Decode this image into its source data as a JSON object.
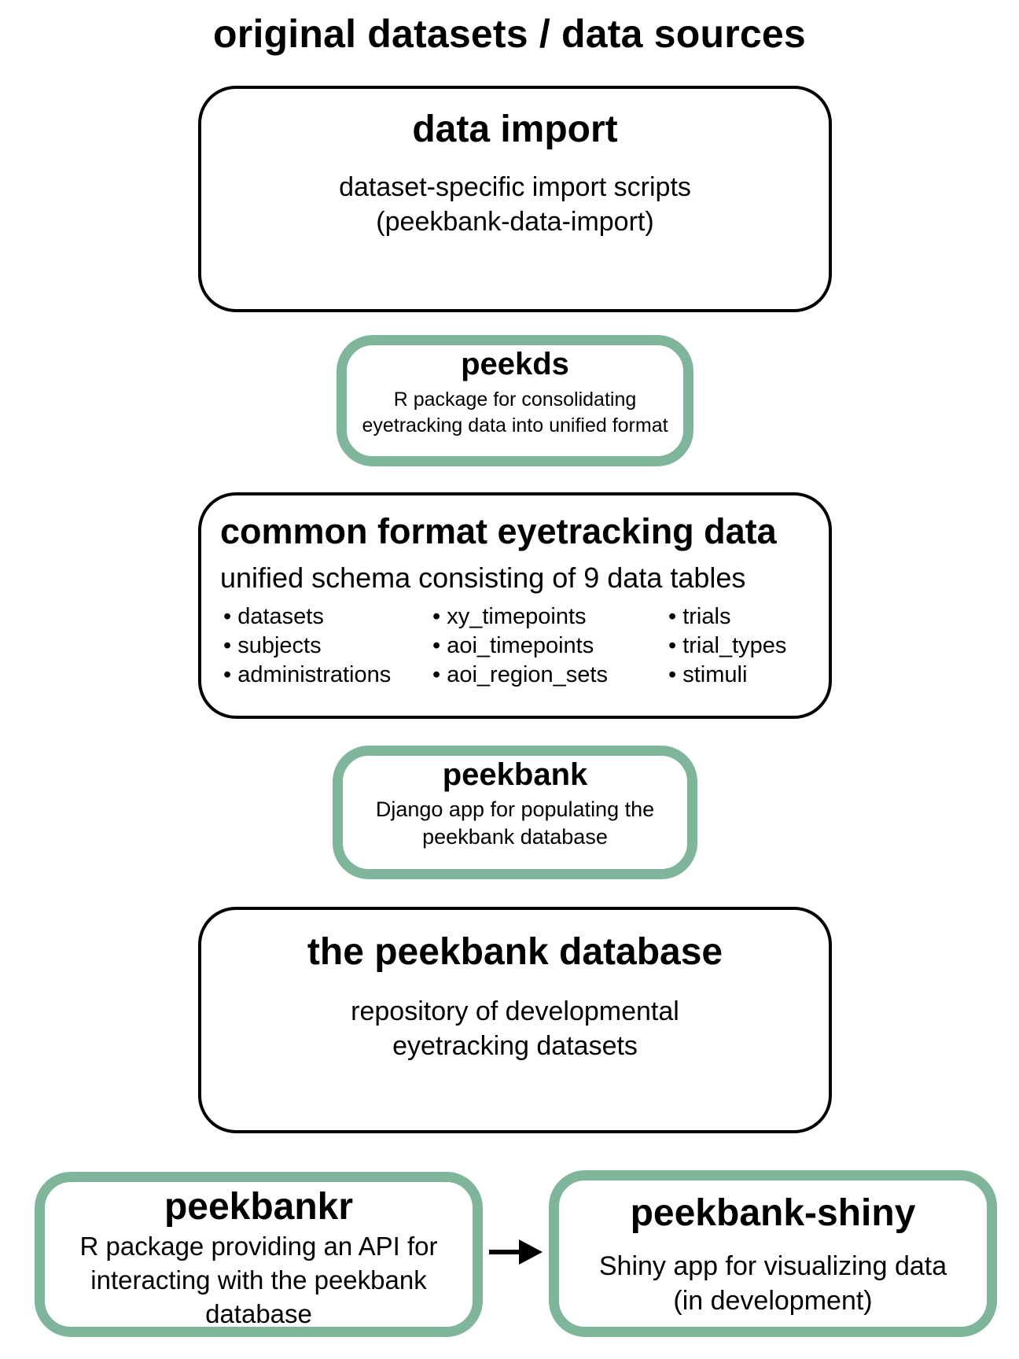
{
  "title": "original datasets / data sources",
  "data_import": {
    "heading": "data import",
    "line1": "dataset-specific import scripts",
    "line2": "(peekbank-data-import)"
  },
  "peekds": {
    "heading": "peekds",
    "line1": "R package for consolidating",
    "line2": "eyetracking data into unified format"
  },
  "common_format": {
    "heading": "common format eyetracking data",
    "subheading": "unified schema consisting of 9 data tables",
    "columns": [
      [
        "• datasets",
        "• subjects",
        "• administrations"
      ],
      [
        "• xy_timepoints",
        "• aoi_timepoints",
        "• aoi_region_sets"
      ],
      [
        "• trials",
        "• trial_types",
        "• stimuli"
      ]
    ]
  },
  "peekbank": {
    "heading": "peekbank",
    "line1": "Django app for populating the",
    "line2": "peekbank database"
  },
  "database": {
    "heading": "the peekbank database",
    "line1": "repository of developmental",
    "line2": "eyetracking datasets"
  },
  "peekbankr": {
    "heading": "peekbankr",
    "line1": "R package providing an API for",
    "line2": "interacting with the peekbank",
    "line3": "database"
  },
  "shiny": {
    "heading": "peekbank-shiny",
    "line1": "Shiny app for visualizing data",
    "line2": "(in development)"
  },
  "colors": {
    "green_border": "#7fb59a",
    "black_border": "#000000"
  }
}
